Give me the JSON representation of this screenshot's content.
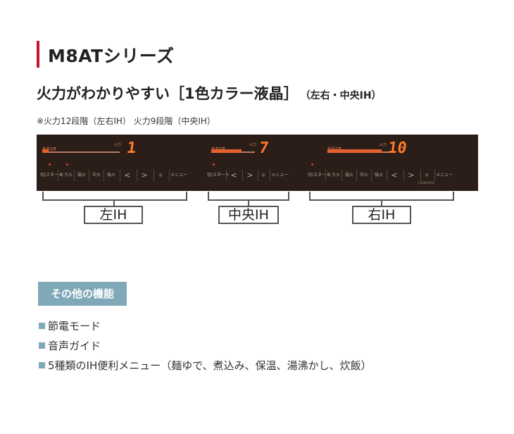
{
  "series": {
    "title": "M8ATシリーズ"
  },
  "headline": {
    "main": "火力がわかりやすい［1色カラー液晶］",
    "sub": "（左右・中央IH）"
  },
  "note": "※火力12段階（左右IH） 火力9段階（中央IH）",
  "panel": {
    "level_label": "高温注意",
    "heat_label": "火力",
    "zones": [
      {
        "digit": "1",
        "fill": 0.08
      },
      {
        "digit": "7",
        "fill": 0.7
      },
      {
        "digit": "10",
        "fill": 0.85
      }
    ],
    "buttons": {
      "start": "切/スタート",
      "tororobi": "とろ火",
      "weak": "弱火",
      "mid": "中火",
      "strong": "強火",
      "less": "<",
      "more": ">",
      "timer": "◎",
      "menu": "メニュー"
    },
    "watt": "3.0kW/200V"
  },
  "zone_labels": {
    "left": "左IH",
    "center": "中央IH",
    "right": "右IH"
  },
  "others": {
    "title": "その他の機能",
    "items": [
      "節電モード",
      "音声ガイド",
      "5種類のIH便利メニュー（麺ゆで、煮込み、保温、湯沸かし、炊飯）"
    ]
  },
  "colors": {
    "accent": "#c8102e",
    "panel_bg": "#2b1d17",
    "display_orange": "#ff7a2a",
    "badge": "#7fa8b8"
  }
}
